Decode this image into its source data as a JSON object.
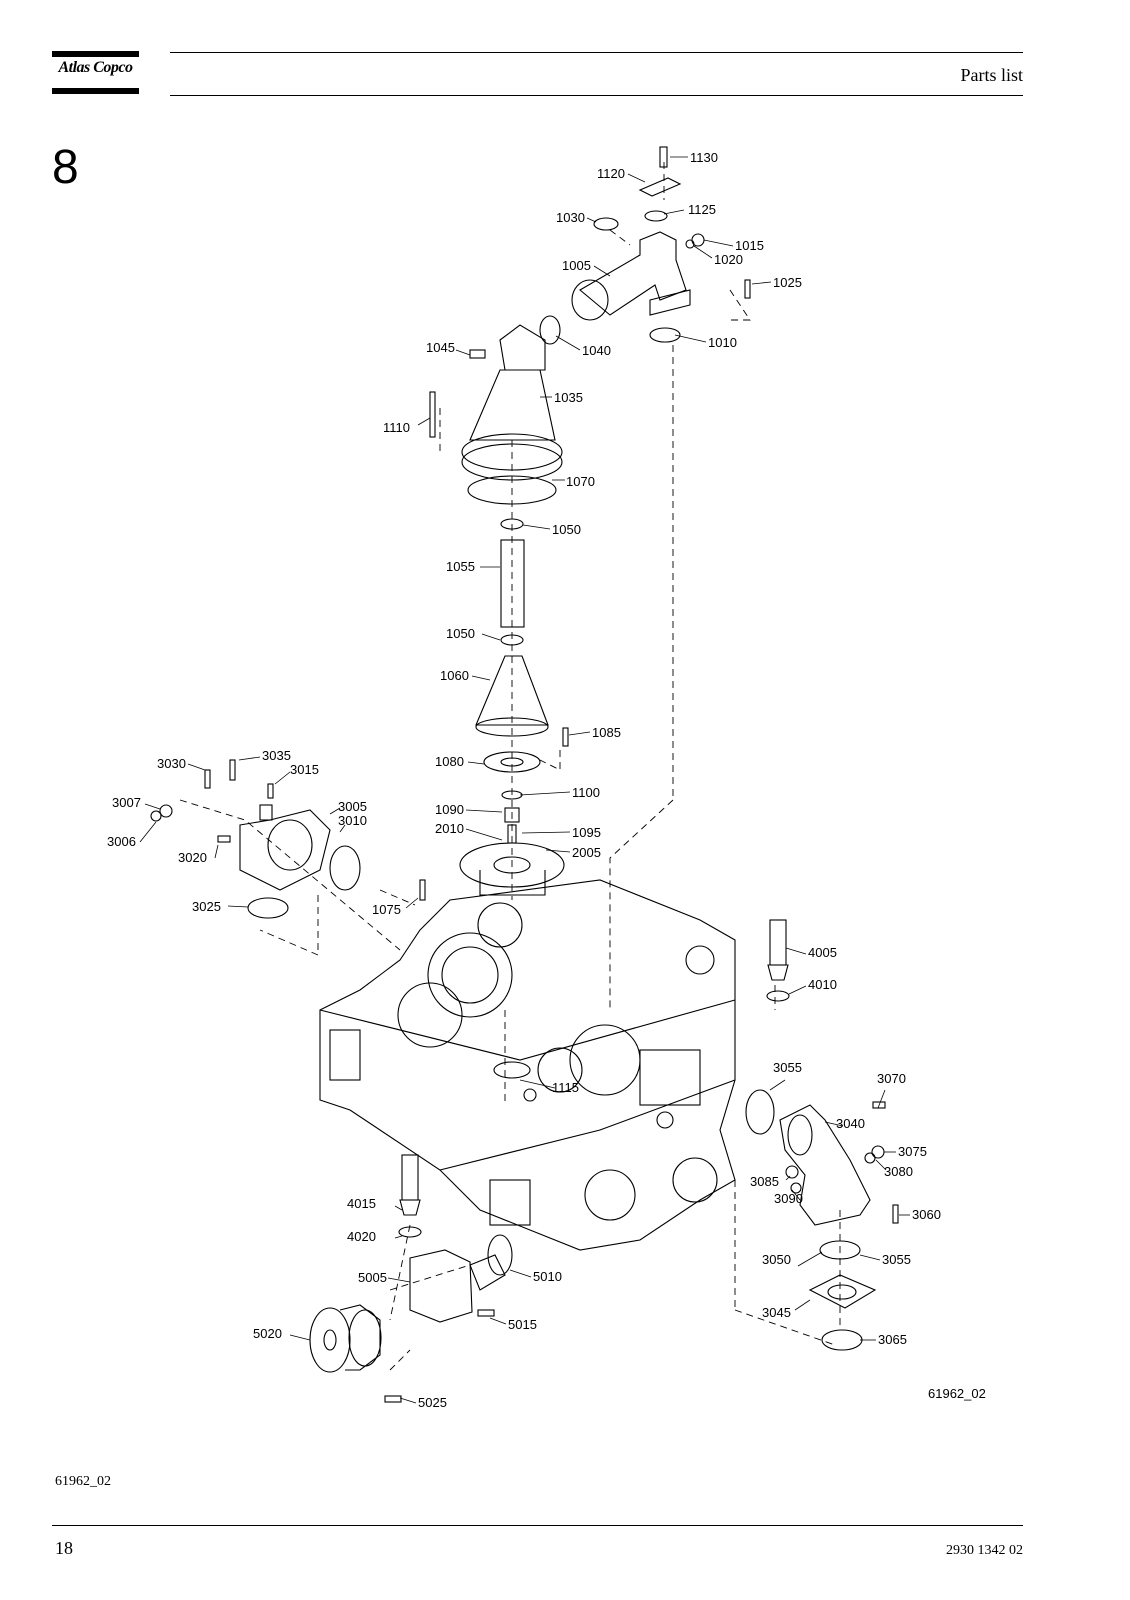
{
  "header": {
    "brand": "Atlas Copco",
    "section_title": "Parts list"
  },
  "chapter_number": "8",
  "drawing": {
    "callouts": [
      {
        "id": "c1130",
        "text": "1130"
      },
      {
        "id": "c1120",
        "text": "1120"
      },
      {
        "id": "c1125",
        "text": "1125"
      },
      {
        "id": "c1030",
        "text": "1030"
      },
      {
        "id": "c1015",
        "text": "1015"
      },
      {
        "id": "c1020",
        "text": "1020"
      },
      {
        "id": "c1005",
        "text": "1005"
      },
      {
        "id": "c1025",
        "text": "1025"
      },
      {
        "id": "c1040",
        "text": "1040"
      },
      {
        "id": "c1010",
        "text": "1010"
      },
      {
        "id": "c1045",
        "text": "1045"
      },
      {
        "id": "c1035",
        "text": "1035"
      },
      {
        "id": "c1110",
        "text": "1110"
      },
      {
        "id": "c1070",
        "text": "1070"
      },
      {
        "id": "c1050a",
        "text": "1050"
      },
      {
        "id": "c1055",
        "text": "1055"
      },
      {
        "id": "c1050b",
        "text": "1050"
      },
      {
        "id": "c1060",
        "text": "1060"
      },
      {
        "id": "c1085",
        "text": "1085"
      },
      {
        "id": "c1080",
        "text": "1080"
      },
      {
        "id": "c1100",
        "text": "1100"
      },
      {
        "id": "c1090",
        "text": "1090"
      },
      {
        "id": "c2010",
        "text": "2010"
      },
      {
        "id": "c1095",
        "text": "1095"
      },
      {
        "id": "c2005",
        "text": "2005"
      },
      {
        "id": "c3030",
        "text": "3030"
      },
      {
        "id": "c3035",
        "text": "3035"
      },
      {
        "id": "c3015",
        "text": "3015"
      },
      {
        "id": "c3007",
        "text": "3007"
      },
      {
        "id": "c3005",
        "text": "3005"
      },
      {
        "id": "c3010",
        "text": "3010"
      },
      {
        "id": "c3006",
        "text": "3006"
      },
      {
        "id": "c3020",
        "text": "3020"
      },
      {
        "id": "c3025",
        "text": "3025"
      },
      {
        "id": "c1075",
        "text": "1075"
      },
      {
        "id": "c4005",
        "text": "4005"
      },
      {
        "id": "c4010",
        "text": "4010"
      },
      {
        "id": "c1115",
        "text": "1115"
      },
      {
        "id": "c3055a",
        "text": "3055"
      },
      {
        "id": "c3070",
        "text": "3070"
      },
      {
        "id": "c3040",
        "text": "3040"
      },
      {
        "id": "c3075",
        "text": "3075"
      },
      {
        "id": "c3080",
        "text": "3080"
      },
      {
        "id": "c3085",
        "text": "3085"
      },
      {
        "id": "c3090",
        "text": "3090"
      },
      {
        "id": "c3060",
        "text": "3060"
      },
      {
        "id": "c4015",
        "text": "4015"
      },
      {
        "id": "c4020",
        "text": "4020"
      },
      {
        "id": "c5005",
        "text": "5005"
      },
      {
        "id": "c5010",
        "text": "5010"
      },
      {
        "id": "c3050",
        "text": "3050"
      },
      {
        "id": "c3055b",
        "text": "3055"
      },
      {
        "id": "c3045",
        "text": "3045"
      },
      {
        "id": "c5015",
        "text": "5015"
      },
      {
        "id": "c5020",
        "text": "5020"
      },
      {
        "id": "c3065",
        "text": "3065"
      },
      {
        "id": "c5025",
        "text": "5025"
      }
    ],
    "drawing_id": "61962_02"
  },
  "footer": {
    "figure_reference": "61962_02",
    "page_number": "18",
    "document_number": "2930 1342 02"
  }
}
